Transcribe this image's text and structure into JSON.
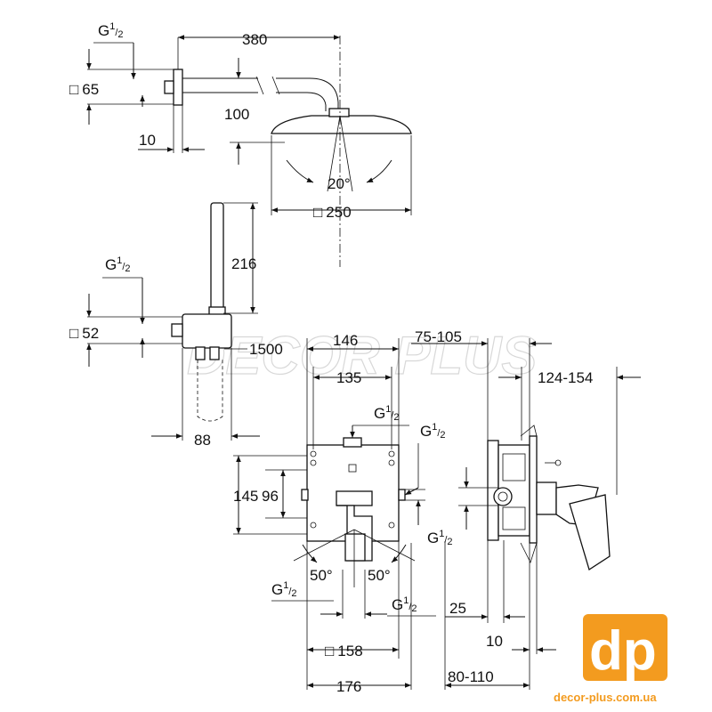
{
  "dimensions": {
    "d380": "380",
    "d65": "65",
    "d100": "100",
    "d10_top": "10",
    "d20deg": "20°",
    "d250": "250",
    "d216": "216",
    "d52": "52",
    "d1500": "1500",
    "d88": "88",
    "d146": "146",
    "d135": "135",
    "d75_105": "75-105",
    "d124_154": "124-154",
    "d145": "145",
    "d96": "96",
    "d50_left": "50°",
    "d50_right": "50°",
    "d158": "158",
    "d176": "176",
    "d25": "25",
    "d10_side": "10",
    "d80_110": "80-110"
  },
  "thread": {
    "g": "G",
    "num": "1",
    "den": "2"
  },
  "square_symbol": "□",
  "watermark": "DECOR PLUS",
  "logo": {
    "letters": "dp",
    "site": "decor-plus.com.ua",
    "color": "#f39b1f"
  }
}
